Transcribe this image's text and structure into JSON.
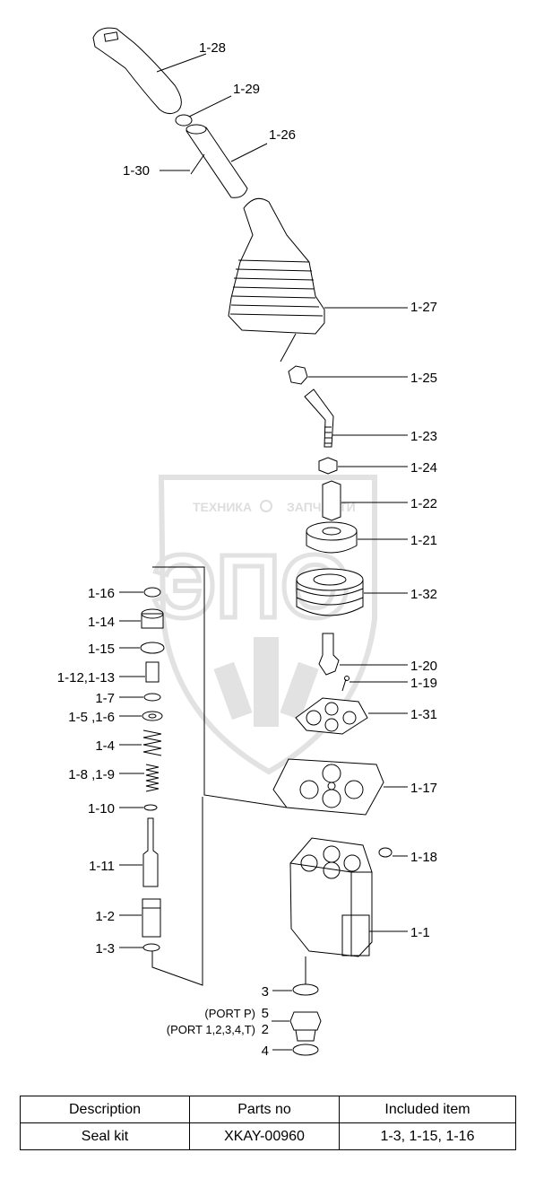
{
  "watermark": {
    "line1": "ТЕХНИКА",
    "line2": "ЗАПЧАСТИ",
    "logo": "ЭПО"
  },
  "labels": {
    "l1_28": "1-28",
    "l1_29": "1-29",
    "l1_26": "1-26",
    "l1_30": "1-30",
    "l1_27": "1-27",
    "l1_25": "1-25",
    "l1_23": "1-23",
    "l1_24": "1-24",
    "l1_22": "1-22",
    "l1_21": "1-21",
    "l1_32": "1-32",
    "l1_20": "1-20",
    "l1_19": "1-19",
    "l1_31": "1-31",
    "l1_17": "1-17",
    "l1_18": "1-18",
    "l1_1": "1-1",
    "l1_16": "1-16",
    "l1_14": "1-14",
    "l1_15": "1-15",
    "l1_12_13": "1-12,1-13",
    "l1_7": "1-7",
    "l1_5_6": "1-5 ,1-6",
    "l1_4": "1-4",
    "l1_8_9": "1-8 ,1-9",
    "l1_10": "1-10",
    "l1_11": "1-11",
    "l1_2": "1-2",
    "l1_3": "1-3",
    "l3": "3",
    "port_p": "(PORT P)",
    "l5": "5",
    "port_t": "(PORT 1,2,3,4,T)",
    "l2": "2",
    "l4": "4"
  },
  "table": {
    "headers": [
      "Description",
      "Parts no",
      "Included item"
    ],
    "rows": [
      [
        "Seal kit",
        "XKAY-00960",
        "1-3, 1-15, 1-16"
      ]
    ]
  }
}
